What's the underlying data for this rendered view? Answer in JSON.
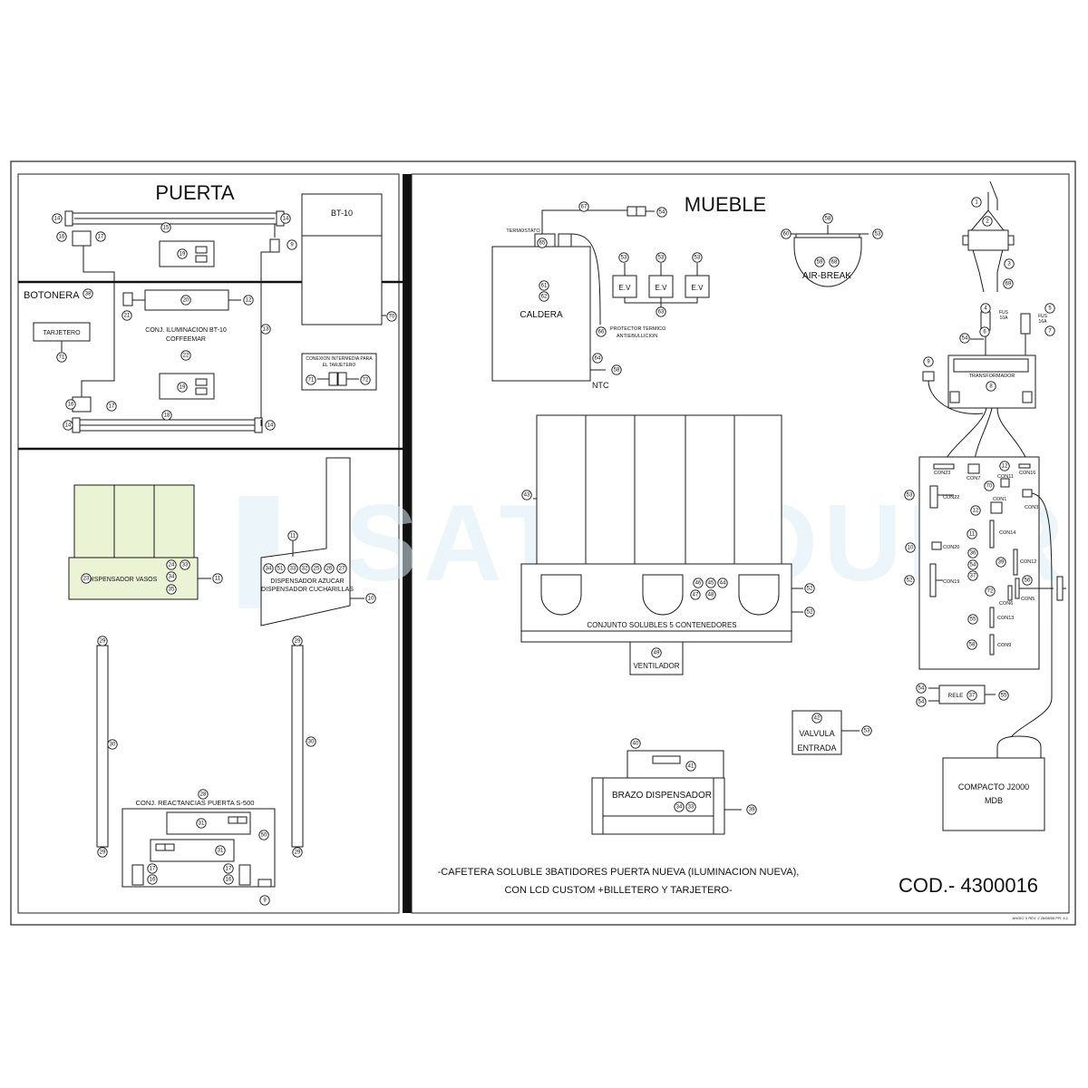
{
  "sections": {
    "puerta": "PUERTA",
    "mueble": "MUEBLE",
    "botonera": "BOTONERA"
  },
  "labels": {
    "bt10": "BT-10",
    "tarjetero": "TARJETERO",
    "conj_iluminacion_1": "CONJ. ILUMINACION BT-10",
    "conj_iluminacion_2": "COFFEEMAR",
    "conexion_1": "CONEXION INTERMEDIA PARA",
    "conexion_2": "EL TARJETERO",
    "dispensador_vasos": "DISPENSADOR VASOS",
    "dispensador_azucar_1": "DISPENSADOR AZUCAR",
    "dispensador_azucar_2": "DISPENSADOR CUCHARILLAS",
    "reactancias": "CONJ. REACTANCIAS PUERTA S-500",
    "termostato": "TERMOSTATO",
    "caldera": "CALDERA",
    "ntc": "NTC",
    "protector_1": "PROTECTOR TERMICO",
    "protector_2": "ANTIEBULLICION",
    "ev": "E.V",
    "air_break": "AIR-BREAK",
    "transformador": "TRANSFORMADOR",
    "fus_a_1": "FUS",
    "fus_a_2": "10A",
    "fus_b_1": "FUS",
    "fus_b_2": "16A",
    "conjunto_solubles": "CONJUNTO SOLUBLES 5 CONTENEDORES",
    "ventilador": "VENTILADOR",
    "rele": "RELE",
    "valvula_1": "VALVULA",
    "valvula_2": "ENTRADA",
    "brazo": "BRAZO DISPENSADOR",
    "compacto_1": "COMPACTO J2000",
    "compacto_2": "MDB",
    "footer_1": "-CAFETERA SOLUBLE 3BATIDORES PUERTA NUEVA (ILUMINACION NUEVA),",
    "footer_2": "CON LCD CUSTOM +BILLETERO Y TARJETERO-",
    "cod": "COD.- 4300016",
    "revision": "ANGIO X REV. 2 28/08/06 PR- 4.1"
  },
  "connectors": [
    "CON23",
    "CON7",
    "CON11",
    "CON16",
    "CON22",
    "CON1",
    "CON3",
    "CON14",
    "CON20",
    "CON12",
    "CON19",
    "CON6",
    "CON5",
    "CON13",
    "CON9"
  ],
  "callouts": {
    "puerta": [
      "14",
      "14",
      "16",
      "17",
      "15",
      "19",
      "9",
      "14",
      "14",
      "16",
      "17",
      "18",
      "19"
    ],
    "botonera": [
      "38",
      "21",
      "20",
      "12",
      "22",
      "13",
      "70",
      "71",
      "71",
      "72"
    ],
    "dispensadores": [
      "23",
      "24",
      "33",
      "34",
      "35",
      "11",
      "11",
      "34",
      "51",
      "33",
      "32",
      "25",
      "26",
      "27",
      "10"
    ],
    "reactancias": [
      "29",
      "30",
      "29",
      "29",
      "30",
      "29",
      "28",
      "31",
      "31",
      "50",
      "16",
      "17",
      "17",
      "16",
      "9"
    ],
    "mueble_top": [
      "67",
      "54",
      "65",
      "61",
      "62",
      "66",
      "64",
      "58",
      "53",
      "53",
      "53",
      "63",
      "60",
      "58",
      "53",
      "59",
      "68"
    ],
    "mueble_power": [
      "1",
      "2",
      "3",
      "69",
      "4",
      "5",
      "6",
      "7",
      "54",
      "8",
      "9"
    ],
    "mueble_center": [
      "43",
      "46",
      "45",
      "44",
      "47",
      "48",
      "52",
      "52",
      "49",
      "42",
      "53",
      "40",
      "41",
      "34",
      "33",
      "39"
    ],
    "mueble_board": [
      "12",
      "70",
      "53",
      "12",
      "11",
      "10",
      "36",
      "54",
      "37",
      "39",
      "52",
      "56",
      "72",
      "55",
      "58",
      "54",
      "54",
      "37",
      "55"
    ]
  }
}
